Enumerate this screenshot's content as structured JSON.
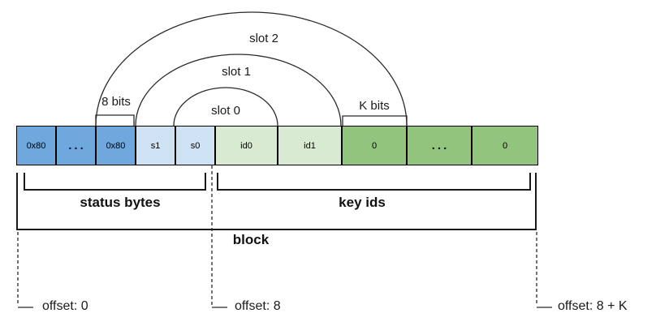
{
  "cells": [
    {
      "label": "0x80",
      "section": "status"
    },
    {
      "label": "...",
      "section": "status"
    },
    {
      "label": "0x80",
      "section": "status"
    },
    {
      "label": "s1",
      "section": "status"
    },
    {
      "label": "s0",
      "section": "status"
    },
    {
      "label": "id0",
      "section": "key-ids"
    },
    {
      "label": "id1",
      "section": "key-ids"
    },
    {
      "label": "0",
      "section": "key-ids"
    },
    {
      "label": "...",
      "section": "key-ids"
    },
    {
      "label": "0",
      "section": "key-ids"
    }
  ],
  "arcs": [
    {
      "label": "slot 2"
    },
    {
      "label": "slot 1"
    },
    {
      "label": "slot 0"
    }
  ],
  "measures": {
    "status_byte_width": "8 bits",
    "key_id_width": "K bits"
  },
  "braces": {
    "status": "status bytes",
    "key_ids": "key ids",
    "block": "block"
  },
  "offsets": [
    {
      "label": "offset: 0"
    },
    {
      "label": "offset: 8"
    },
    {
      "label": "offset: 8 + K"
    }
  ],
  "colors": {
    "status_filled": "#6fa8dc",
    "status_empty": "#cfe2f3",
    "key_id_filled": "#d9ead3",
    "key_id_empty": "#93c47d",
    "line": "#2a2a2a",
    "background": "#ffffff"
  }
}
